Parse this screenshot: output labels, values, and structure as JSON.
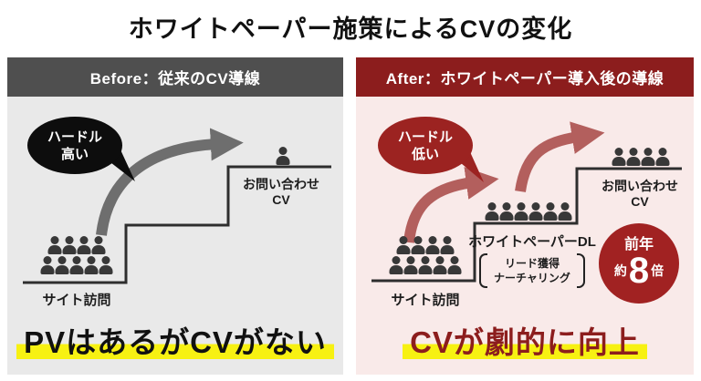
{
  "title": "ホワイトペーパー施策によるCVの変化",
  "colors": {
    "page_bg": "#ffffff",
    "title_text": "#111111",
    "header_text": "#ffffff",
    "before_header_bg": "#4f4f4f",
    "before_panel_bg": "#e9e9e9",
    "after_header_bg": "#8c1d1d",
    "after_panel_bg": "#f9eae9",
    "black_bubble": "#0d0d0d",
    "red_bubble": "#9c2321",
    "gray_arrow": "#6e6e6e",
    "red_arrow": "#b35f5d",
    "person_dark": "#383838",
    "line_dark": "#2e2e2e",
    "badge_red": "#a12222",
    "highlight_yellow": "#f7f112",
    "catch_red": "#8c1d1d",
    "catch_black": "#111111"
  },
  "before": {
    "header": "Before：従来のCV導線",
    "bubble": {
      "line1": "ハードル",
      "line2": "高い"
    },
    "site_visit": {
      "label": "サイト訪問",
      "rows": [
        4,
        5
      ]
    },
    "cv_goal": {
      "line1": "お問い合わせ",
      "line2": "CV",
      "rows": [
        1
      ]
    },
    "catchphrase": "PVはあるがCVがない"
  },
  "after": {
    "header": "After：ホワイトペーパー導入後の導線",
    "bubble": {
      "line1": "ハードル",
      "line2": "低い"
    },
    "site_visit": {
      "label": "サイト訪問",
      "rows": [
        4,
        5
      ]
    },
    "whitepaper": {
      "label": "ホワイトペーパーDL",
      "note_line1": "リード獲得",
      "note_line2": "ナーチャリング",
      "rows": [
        6
      ]
    },
    "cv_goal": {
      "line1": "お問い合わせ",
      "line2": "CV",
      "rows": [
        4
      ]
    },
    "badge": {
      "line1": "前年",
      "prefix": "約",
      "value": "8",
      "suffix": "倍"
    },
    "catchphrase": "CVが劇的に向上"
  }
}
